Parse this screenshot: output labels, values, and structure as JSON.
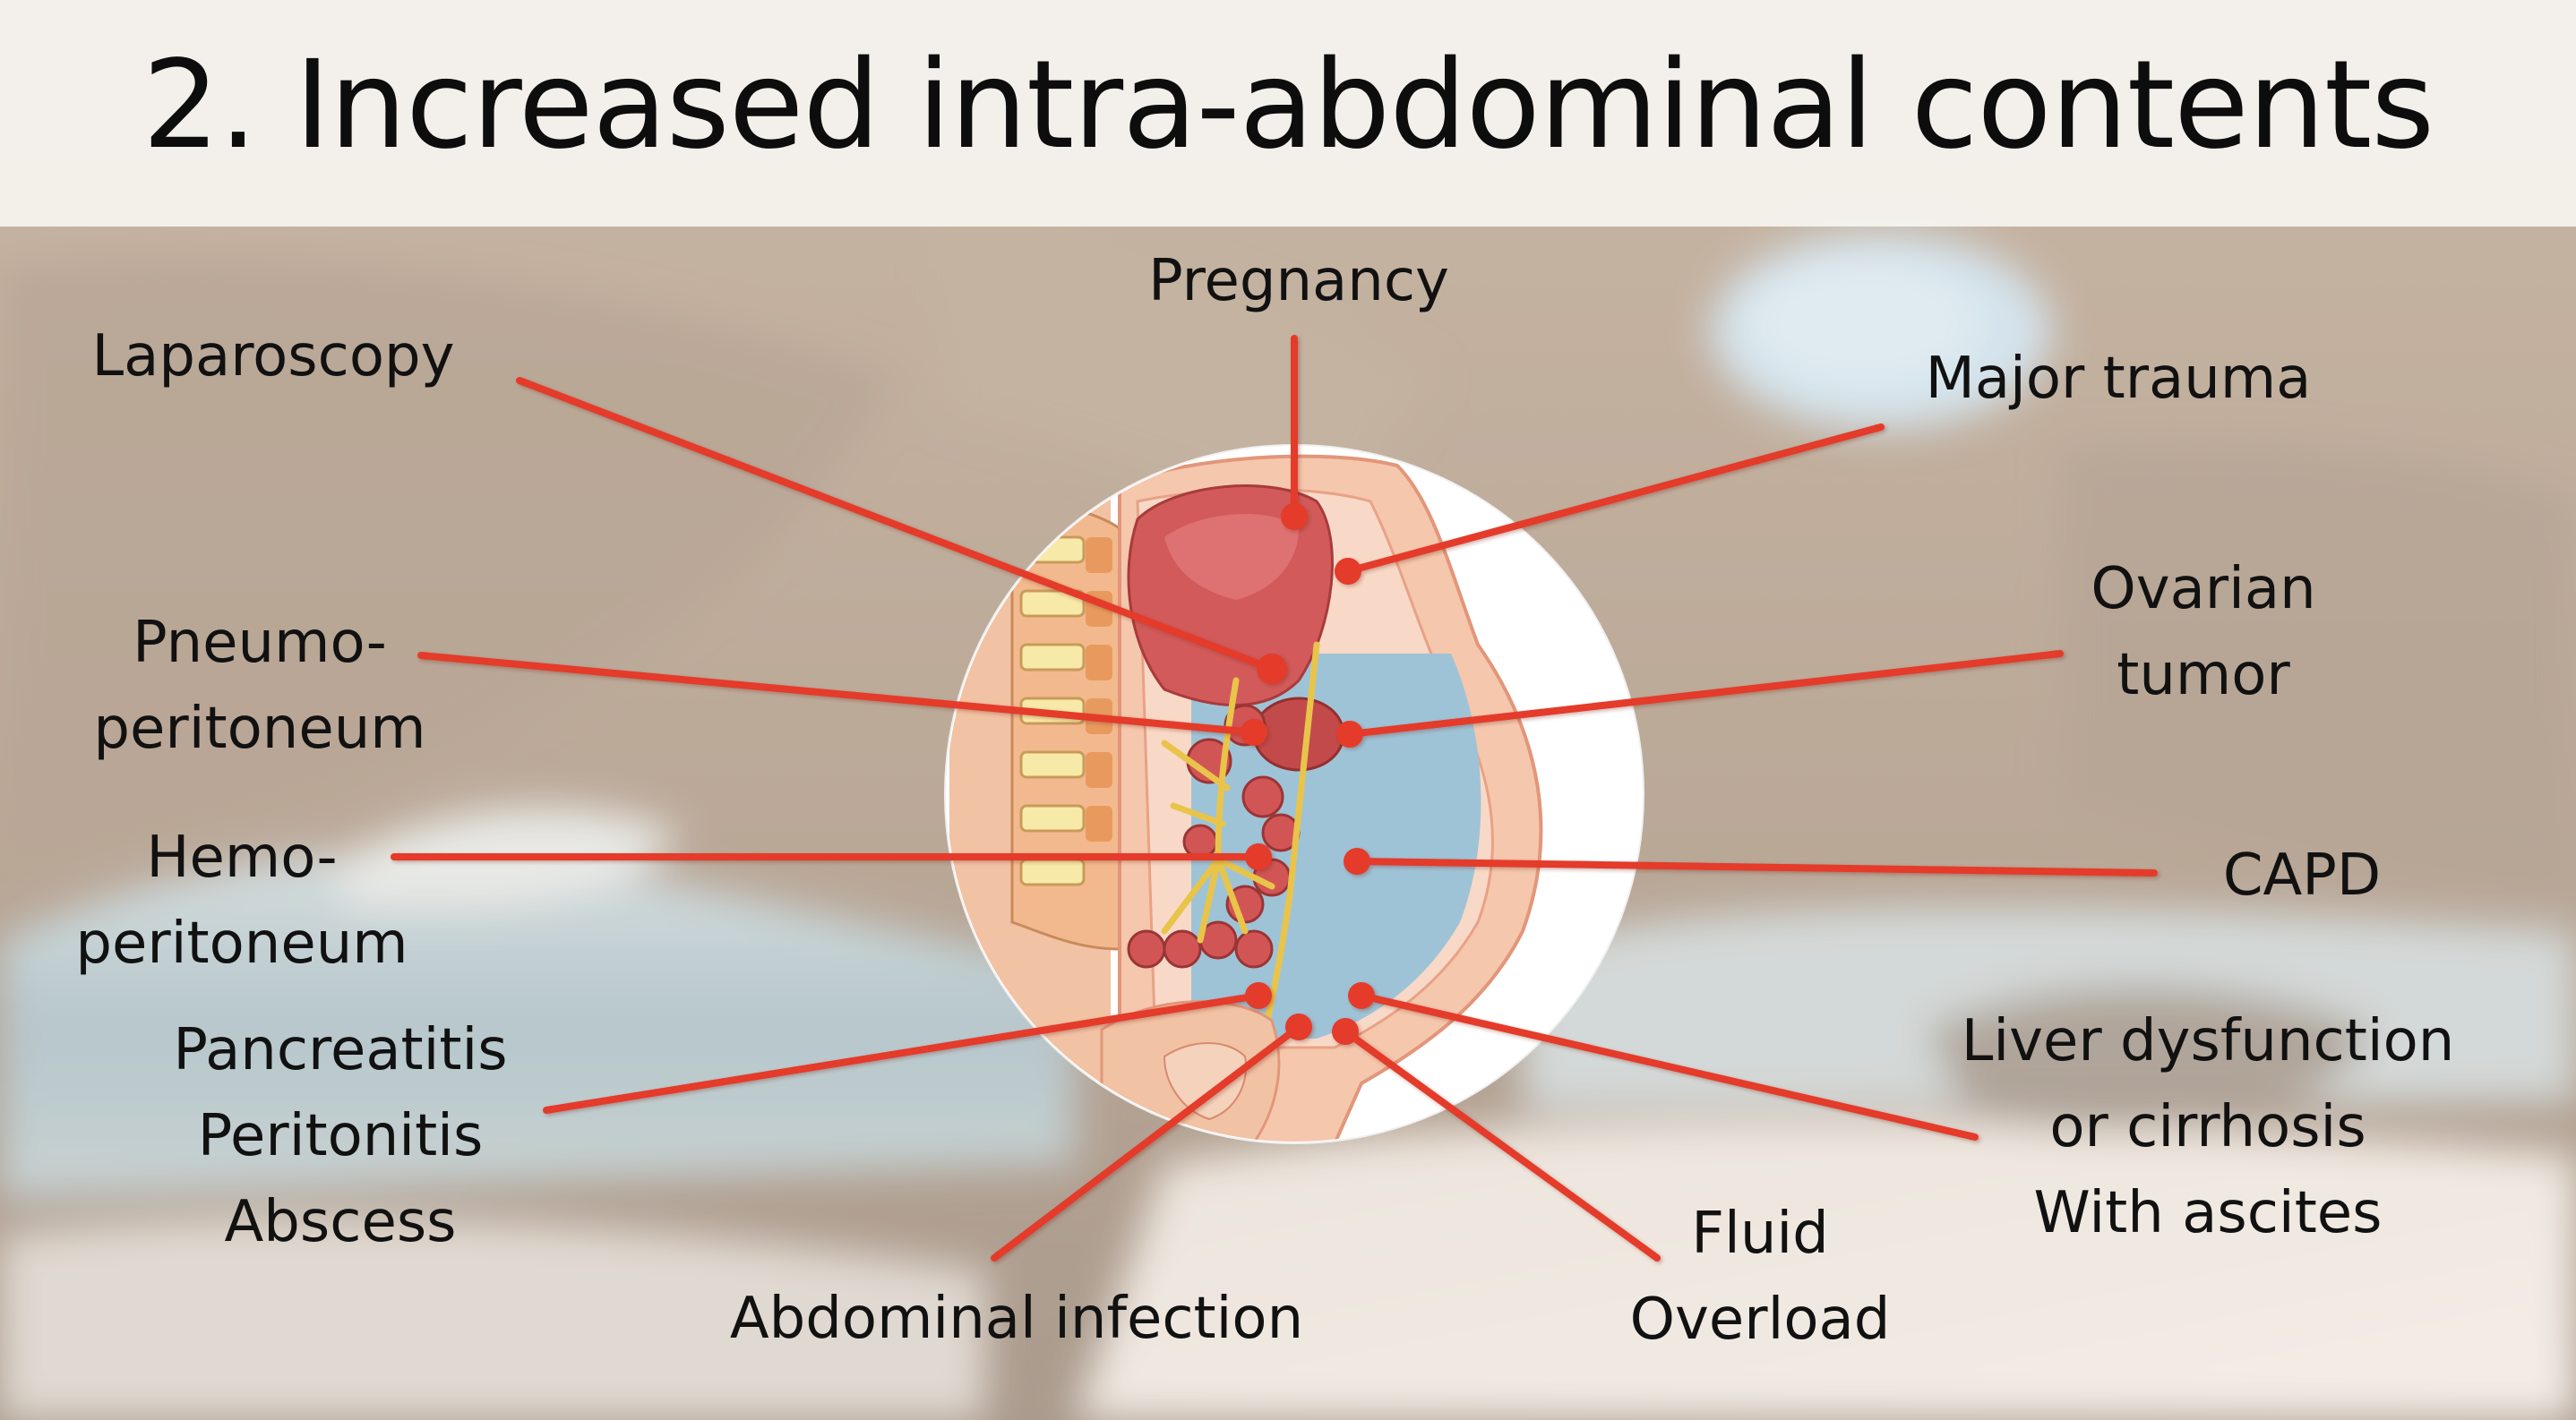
{
  "slide": {
    "title": "2. Increased intra-abdominal contents"
  },
  "causes": [
    {
      "id": "pregnancy",
      "label": "Pregnancy"
    },
    {
      "id": "laparoscopy",
      "label": "Laparoscopy"
    },
    {
      "id": "major-trauma",
      "label": "Major trauma"
    },
    {
      "id": "pneumoperitoneum",
      "label": "Pneumo-\nperitoneum"
    },
    {
      "id": "ovarian-tumor",
      "label": "Ovarian\ntumor"
    },
    {
      "id": "hemoperitoneum",
      "label": "Hemo-\nperitoneum"
    },
    {
      "id": "capd",
      "label": "CAPD"
    },
    {
      "id": "pancreatitis",
      "label": "Pancreatitis\nPeritonitis\nAbscess"
    },
    {
      "id": "liver",
      "label": "Liver dysfunction\nor cirrhosis\nWith ascites"
    },
    {
      "id": "abdominal-infection",
      "label": "Abdominal infection"
    },
    {
      "id": "fluid-overload",
      "label": "Fluid\nOverload"
    }
  ],
  "colors": {
    "arrow": "#e43a2a",
    "title_text": "#0d0d0d",
    "label_text": "#111111",
    "title_band": "#f6f4f0"
  }
}
